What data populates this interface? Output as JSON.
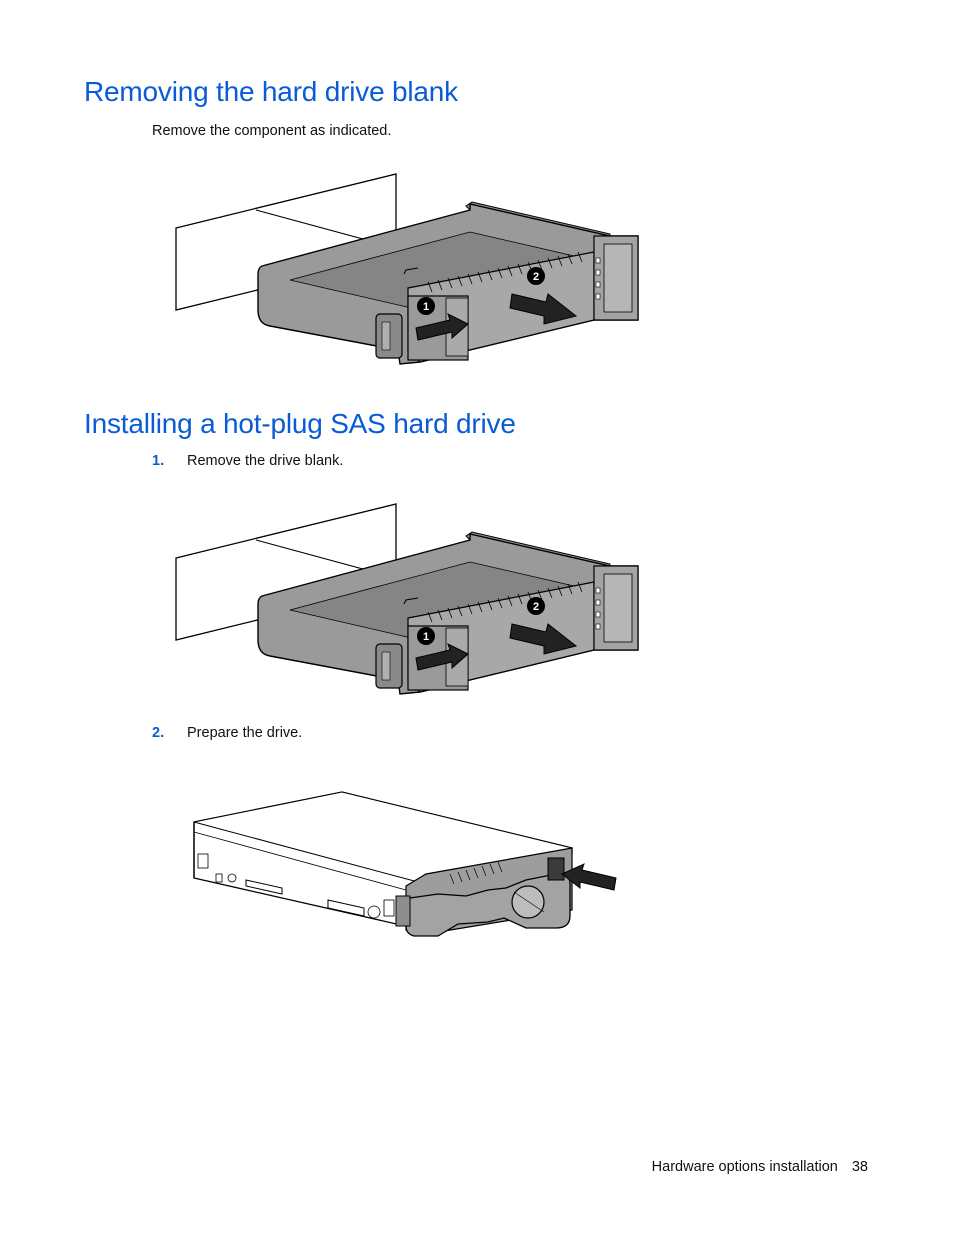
{
  "section1": {
    "heading": "Removing the hard drive blank",
    "intro": "Remove the component as indicated.",
    "figure_callouts": [
      "1",
      "2"
    ]
  },
  "section2": {
    "heading": "Installing a hot-plug SAS hard drive",
    "steps": [
      {
        "number": "1.",
        "text": "Remove the drive blank.",
        "figure_callouts": [
          "1",
          "2"
        ]
      },
      {
        "number": "2.",
        "text": "Prepare the drive."
      }
    ]
  },
  "footer": {
    "section_title": "Hardware options installation",
    "page_number": "38"
  }
}
